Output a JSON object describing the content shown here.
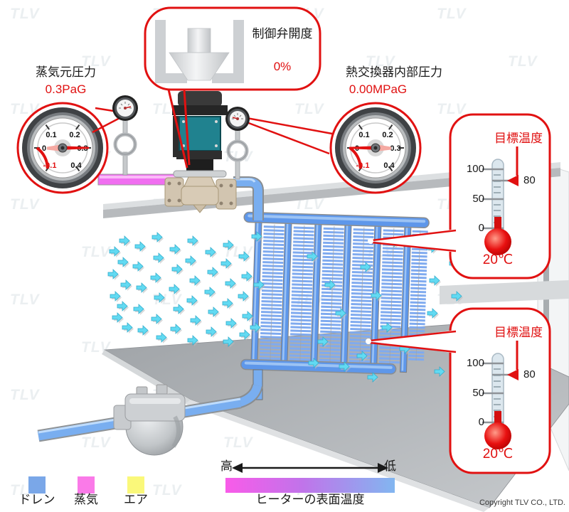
{
  "watermark_text": "TLV",
  "copyright": "Copyright TLV CO., LTD.",
  "callouts": {
    "steam_supply_pressure": {
      "label": "蒸気元圧力",
      "value": "0.3PaG"
    },
    "control_valve_opening": {
      "label": "制御弁開度",
      "value": "0%"
    },
    "exchanger_internal_pressure": {
      "label": "熱交換器内部圧力",
      "value": "0.00MPaG"
    }
  },
  "gauge_scale": [
    "0.1",
    "0.2",
    "0",
    "0.3",
    "-0.1",
    "0.4"
  ],
  "thermometer": {
    "target_label": "目標温度",
    "target_value": "80",
    "scale": [
      "100",
      "50",
      "0"
    ],
    "reading": "20℃"
  },
  "legend": {
    "items": [
      {
        "id": "drain",
        "label": "ドレン",
        "color": "#7AA7E8"
      },
      {
        "id": "steam",
        "label": "蒸気",
        "color": "#FA7AE8"
      },
      {
        "id": "air",
        "label": "エア",
        "color": "#FAF87A"
      }
    ],
    "surface_temp": {
      "high": "高",
      "low": "低",
      "label": "ヒーターの表面温度",
      "color_high": "#F95BE9",
      "color_low": "#7FB4F0"
    }
  },
  "colors": {
    "callout_red": "#E11111",
    "pipe_condensate_blue": "#79AEF0",
    "pipe_steam_magenta": "#F06EF0",
    "fin_blue": "#7FAAEF",
    "actuator_teal": "#20828F",
    "air_arrow_cyan": "#62DAF2"
  }
}
